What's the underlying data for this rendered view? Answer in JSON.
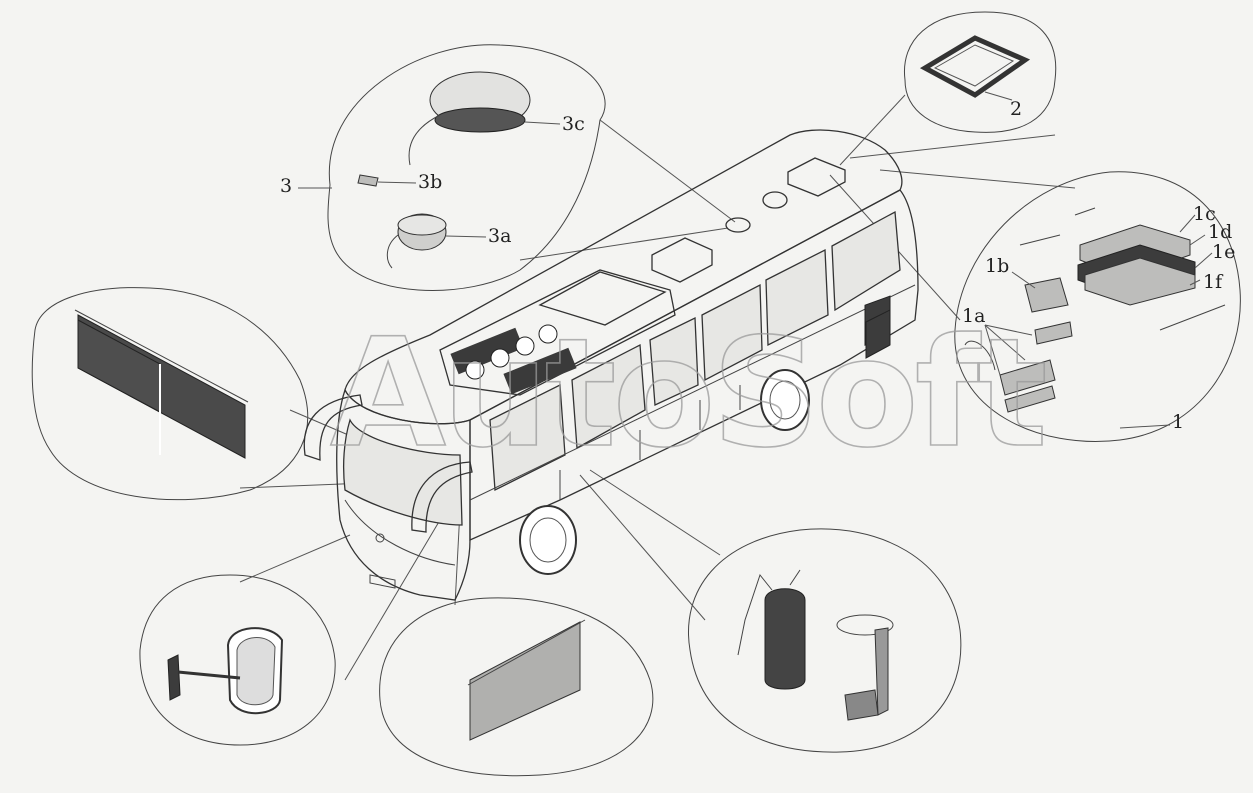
{
  "watermark": "AutoSoft",
  "callouts": {
    "c1": "1",
    "c1a": "1a",
    "c1b": "1b",
    "c1c": "1c",
    "c1d": "1d",
    "c1e": "1e",
    "c1f": "1f",
    "c2": "2",
    "c3": "3",
    "c3a": "3a",
    "c3b": "3b",
    "c3c": "3c"
  }
}
